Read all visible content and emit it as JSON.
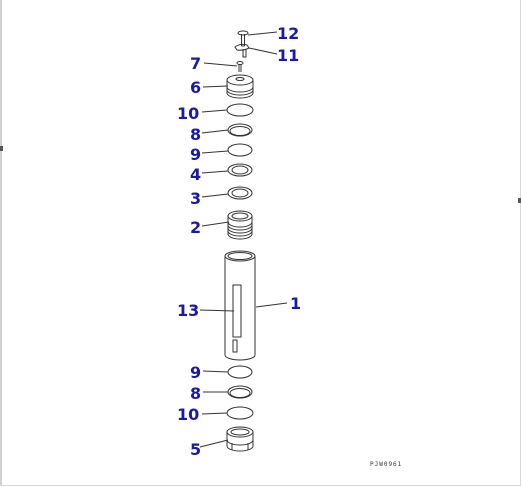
{
  "diagram": {
    "callouts": [
      {
        "id": "c12a",
        "text": "12"
      },
      {
        "id": "c11a",
        "text": "11"
      },
      {
        "id": "c7a",
        "text": "7"
      },
      {
        "id": "c6a",
        "text": "6"
      },
      {
        "id": "c10a",
        "text": "10"
      },
      {
        "id": "c8a",
        "text": "8"
      },
      {
        "id": "c9a",
        "text": "9"
      },
      {
        "id": "c4a",
        "text": "4"
      },
      {
        "id": "c3a",
        "text": "3"
      },
      {
        "id": "c2a",
        "text": "2"
      },
      {
        "id": "c13a",
        "text": "13"
      },
      {
        "id": "c1a",
        "text": "1"
      },
      {
        "id": "c9b",
        "text": "9"
      },
      {
        "id": "c8b",
        "text": "8"
      },
      {
        "id": "c10b",
        "text": "10"
      },
      {
        "id": "c5a",
        "text": "5"
      }
    ],
    "drawing_code": "PJW0961"
  },
  "colors": {
    "callout": "#1a1aa8",
    "line": "#333333",
    "background": "#ffffff"
  }
}
